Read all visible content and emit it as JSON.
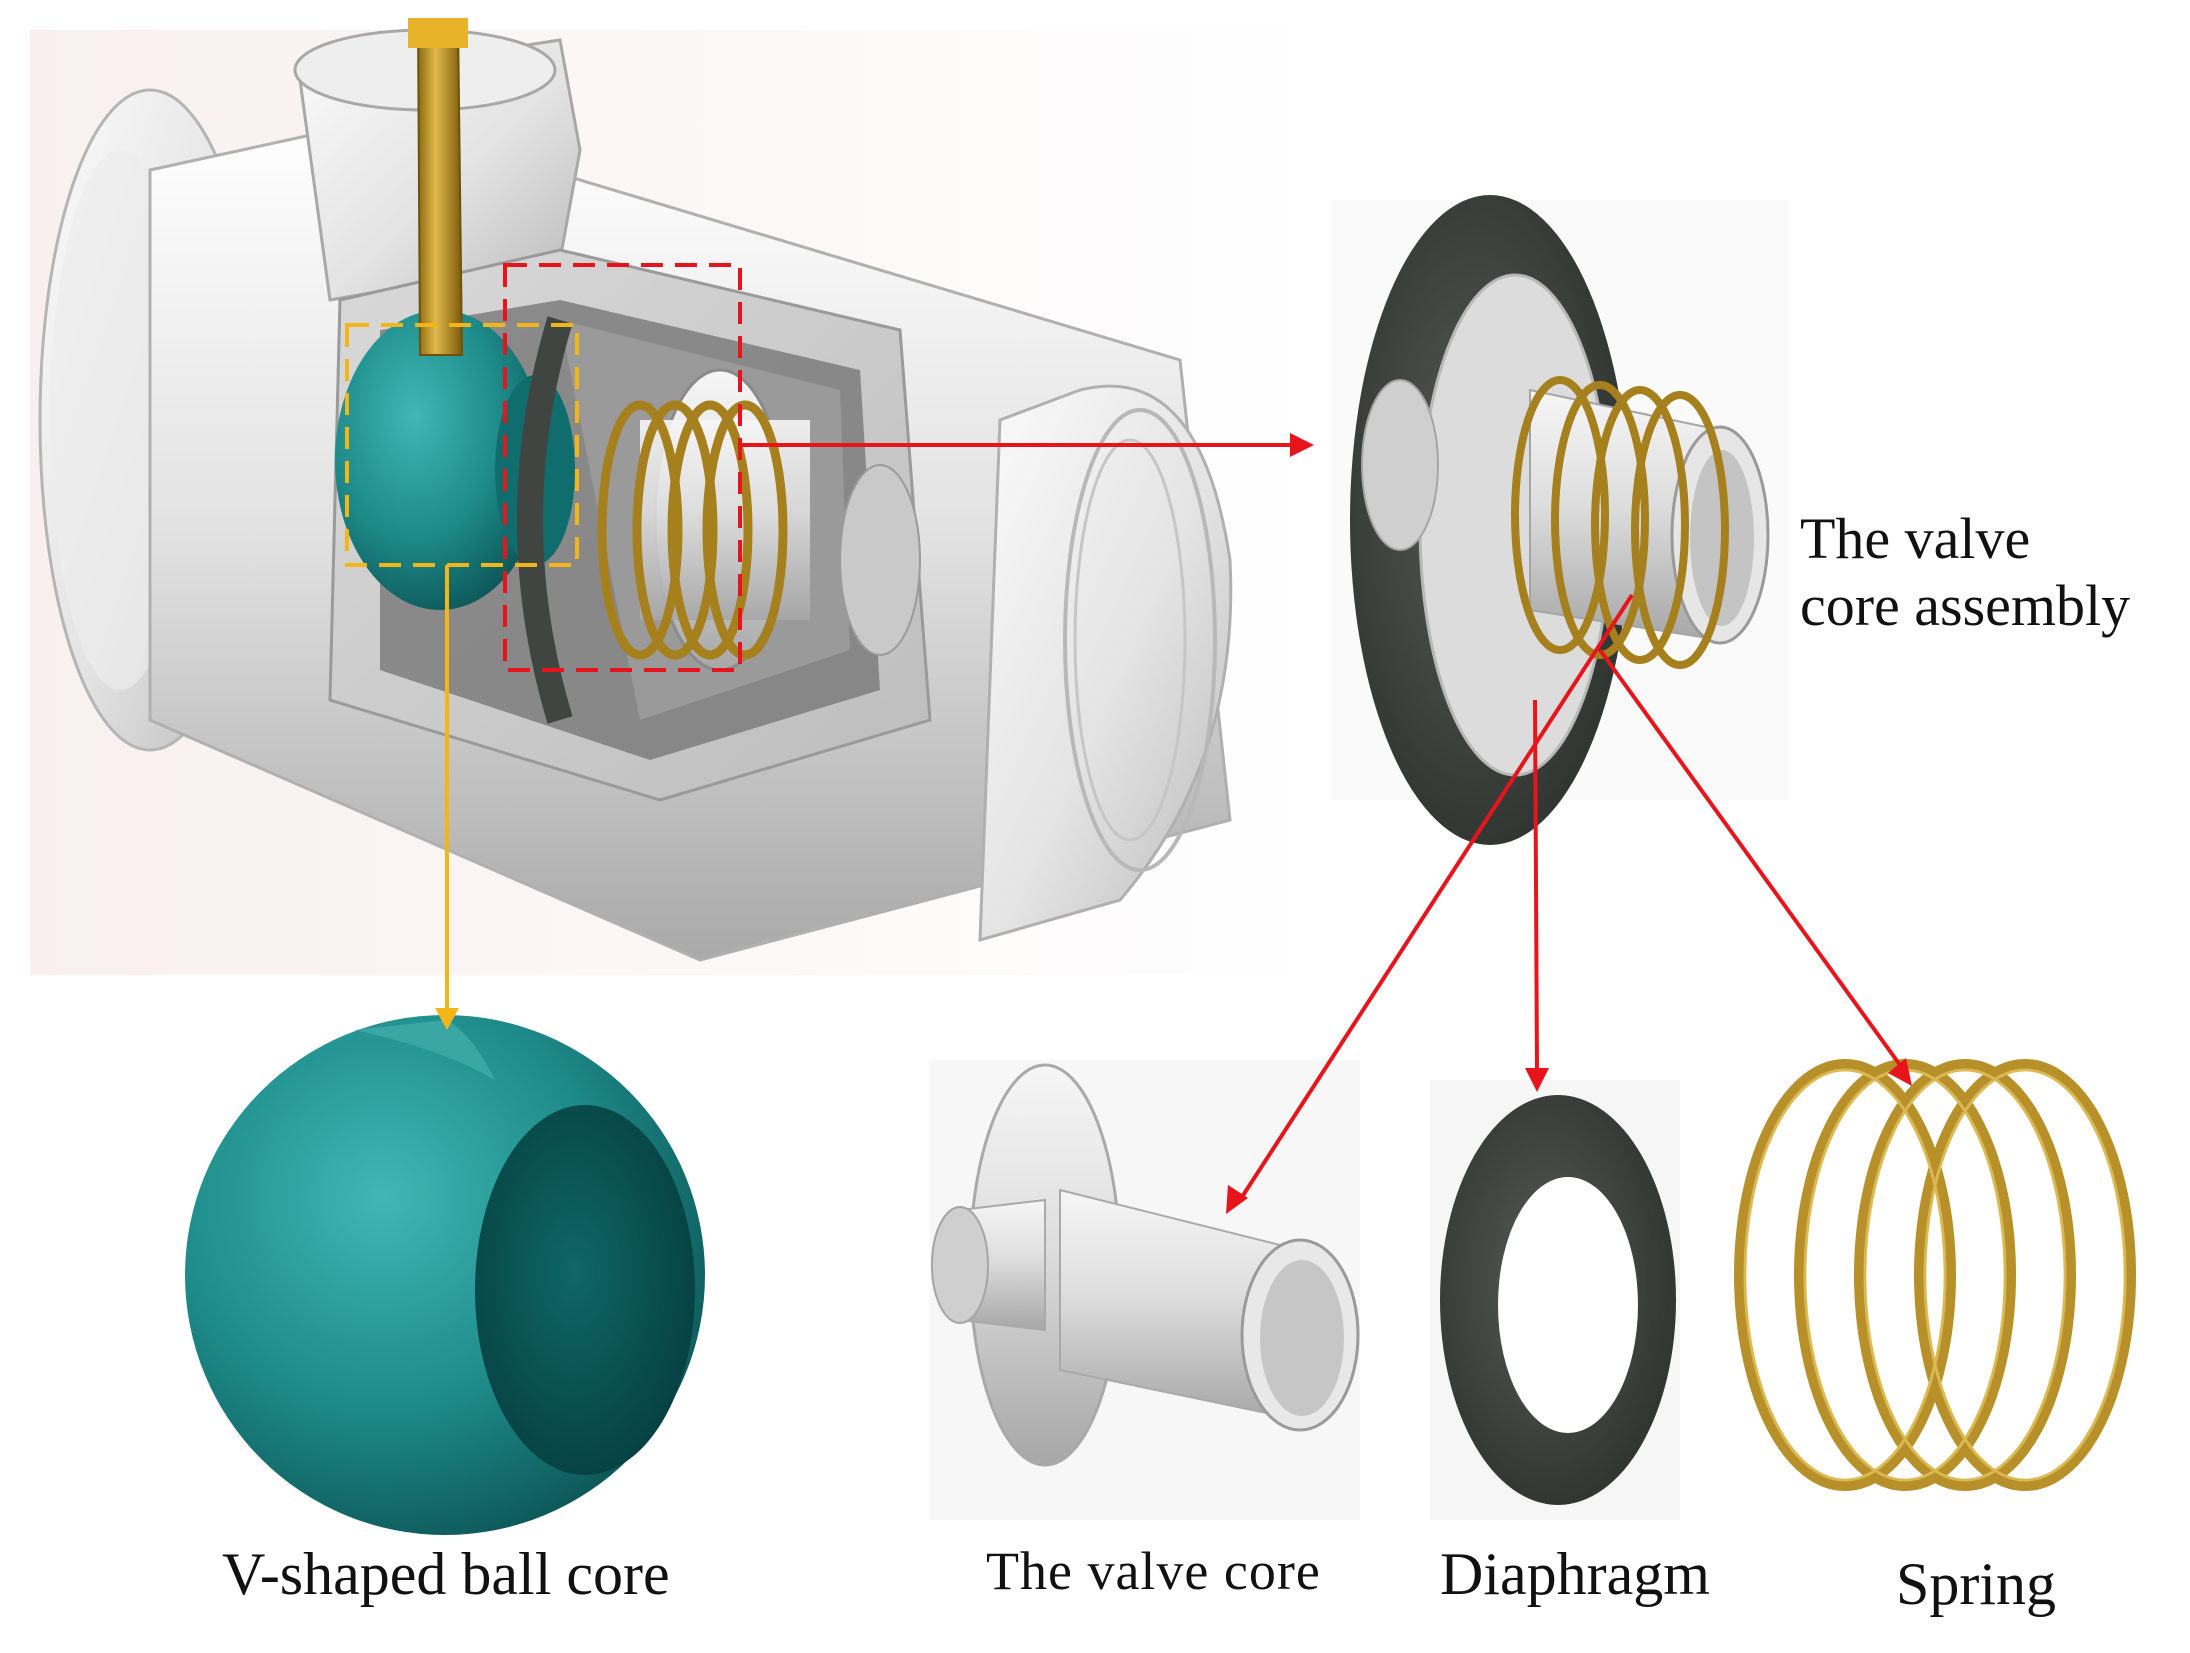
{
  "labels": {
    "valve_core_assembly_line1": "The valve",
    "valve_core_assembly_line2": "core assembly",
    "ball_core": "V-shaped ball core",
    "valve_core": "The valve core",
    "diaphragm": "Diaphragm",
    "spring": "Spring"
  },
  "colors": {
    "valve_body": "#e4e4e4",
    "ball": "#1f8f8f",
    "spring": "#b8902a",
    "diaphragm": "#3f4440",
    "stem": "#c9a23a",
    "callout_red": "#e8141b",
    "callout_orange": "#f3b619"
  }
}
